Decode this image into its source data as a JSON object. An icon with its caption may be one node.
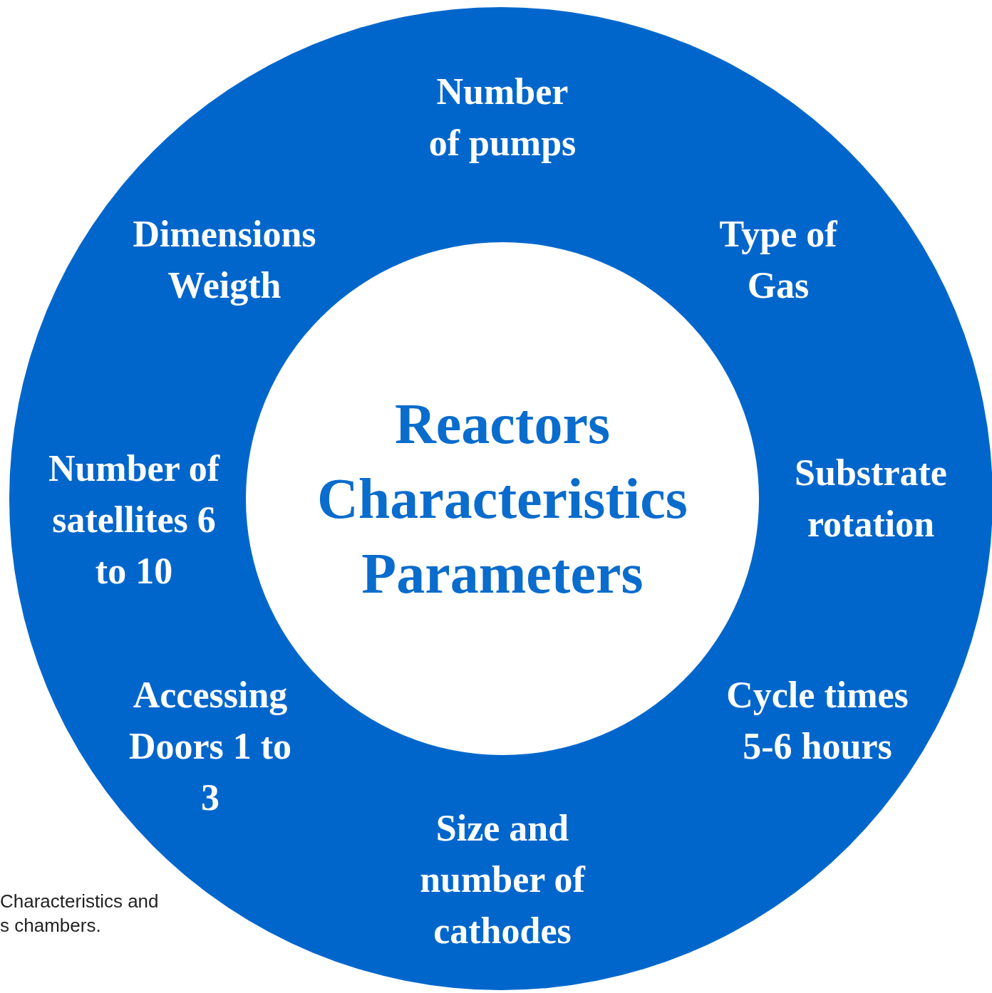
{
  "diagram": {
    "nodes": [
      {
        "text": [
          "Number of pumps",
          "Type of Gas",
          "Substrate rotation",
          "Cycle times 5-6 hours",
          "Size and number of cathodes",
          "Accessing Doors 1 to 3",
          "Number of satellites 6 to 10",
          "Dimensions Weigth"
        ]
      },
      {
        "text": [
          "Reactors Characteristics Parameters"
        ],
        "in": 0
      }
    ],
    "labels": [
      "Characteristics and",
      "s chambers."
    ]
  }
}
